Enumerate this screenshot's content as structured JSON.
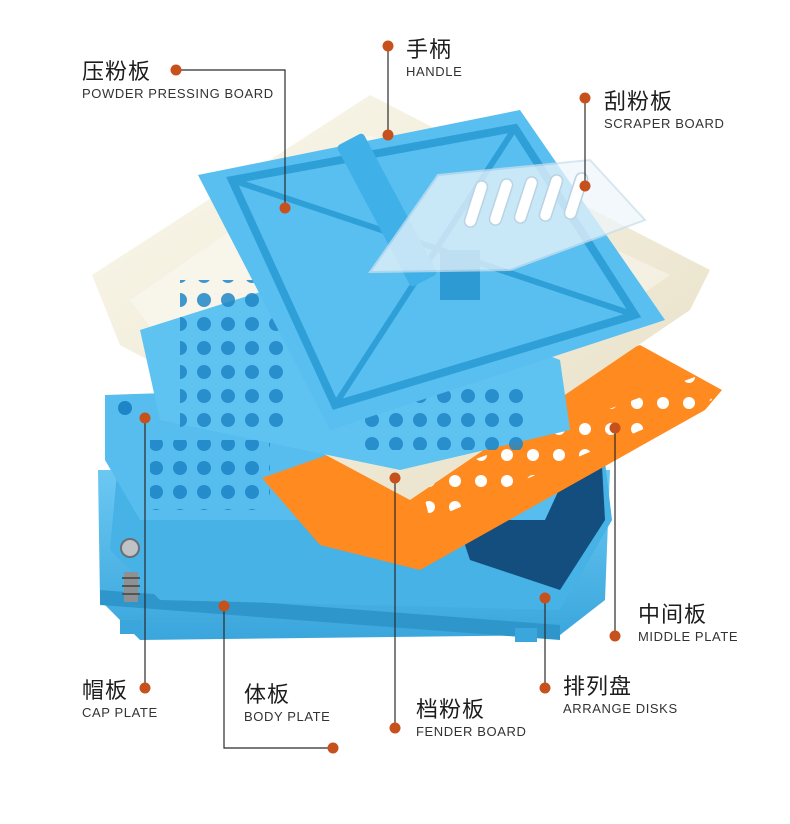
{
  "colors": {
    "accent_dot": "#c6511d",
    "leader_line": "#2b2b2b",
    "blue_plate": "#4fb8ea",
    "orange_plate": "#ff8a1f",
    "cream_tray": "#f3eedc"
  },
  "labels": {
    "powder_pressing_board": {
      "zh": "压粉板",
      "en": "POWDER PRESSING BOARD"
    },
    "handle": {
      "zh": "手柄",
      "en": "HANDLE"
    },
    "scraper_board": {
      "zh": "刮粉板",
      "en": "SCRAPER BOARD"
    },
    "middle_plate": {
      "zh": "中间板",
      "en": "MIDDLE PLATE"
    },
    "cap_plate": {
      "zh": "帽板",
      "en": "CAP PLATE"
    },
    "body_plate": {
      "zh": "体板",
      "en": "BODY PLATE"
    },
    "fender_board": {
      "zh": "档粉板",
      "en": "FENDER BOARD"
    },
    "arrange_disks": {
      "zh": "排列盘",
      "en": "ARRANGE DISKS"
    }
  }
}
